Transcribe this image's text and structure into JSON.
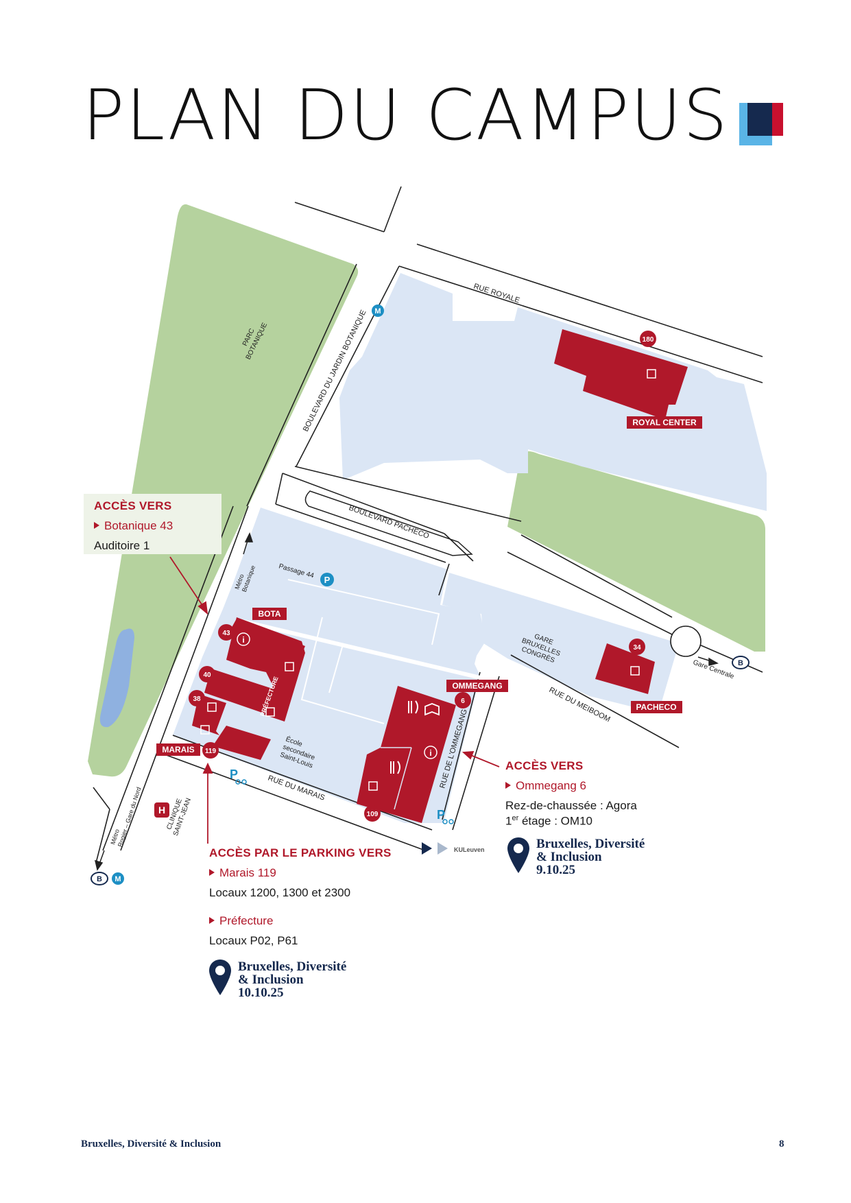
{
  "title": "PLAN DU CAMPUS",
  "colors": {
    "brand_red": "#b0182a",
    "navy": "#15294e",
    "campus_blue": "#dbe6f5",
    "park_green": "#b5d29e",
    "water": "#8fb1e0",
    "metro": "#1d8fc4"
  },
  "map": {
    "streets": {
      "rue_royale": "RUE ROYALE",
      "bd_jardin": "BOULEVARD DU JARDIN BOTANIQUE",
      "bd_pacheco": "BOULEVARD PACHECO",
      "rue_meiboom": "RUE DU MEIBOOM",
      "rue_ommegang": "RUE DE L'OMMEGANG",
      "rue_marais": "RUE DU MARAIS",
      "passage": "Passage 44"
    },
    "park_label": [
      "PARC",
      "BOTANIQUE"
    ],
    "gare_label": [
      "GARE",
      "BRUXELLES",
      "CONGRÈS"
    ],
    "ecole_label": [
      "École",
      "secondaire",
      "Saint-Louis"
    ],
    "clinique_label": [
      "CLINIQUE",
      "SAINT-JEAN"
    ],
    "metro_bota": [
      "Métro",
      "Botanique"
    ],
    "metro_rogier": [
      "Métro",
      "Rogier – Gare du Nord"
    ],
    "gare_centrale": "Gare Centrale",
    "kuleuven": "KULeuven",
    "prefecture": "PRÉFECTURE",
    "building_tags": {
      "royal": "ROYAL CENTER",
      "bota": "BOTA",
      "ommegang": "OMMEGANG",
      "pacheco": "PACHECO",
      "marais": "MARAIS"
    },
    "numbers": {
      "n180": "180",
      "n43": "43",
      "n40": "40",
      "n38": "38",
      "n119": "119",
      "n6": "6",
      "n109": "109",
      "n34": "34"
    },
    "icons": {
      "metro": "M",
      "train": "B",
      "hospital": "H",
      "parking": "P",
      "info": "i"
    }
  },
  "callouts": {
    "botanique": {
      "heading": "ACCÈS VERS",
      "item": "Botanique 43",
      "detail": "Auditoire 1"
    },
    "ommegang": {
      "heading": "ACCÈS VERS",
      "item": "Ommegang 6",
      "detail1": "Rez-de-chaussée : Agora",
      "detail2_pre": "1",
      "detail2_sup": "er",
      "detail2_post": " étage : OM10"
    },
    "parking": {
      "heading": "ACCÈS PAR LE PARKING VERS",
      "item1": "Marais 119",
      "detail1": "Locaux 1200, 1300 et 2300",
      "item2": "Préfecture",
      "detail2": "Locaux P02, P61"
    }
  },
  "events": {
    "ommegang": {
      "line1": "Bruxelles, Diversité",
      "line2": "& Inclusion",
      "date": "9.10.25"
    },
    "parking": {
      "line1": "Bruxelles, Diversité",
      "line2": "& Inclusion",
      "date": "10.10.25"
    }
  },
  "footer": {
    "left": "Bruxelles, Diversité & Inclusion",
    "page": "8"
  }
}
